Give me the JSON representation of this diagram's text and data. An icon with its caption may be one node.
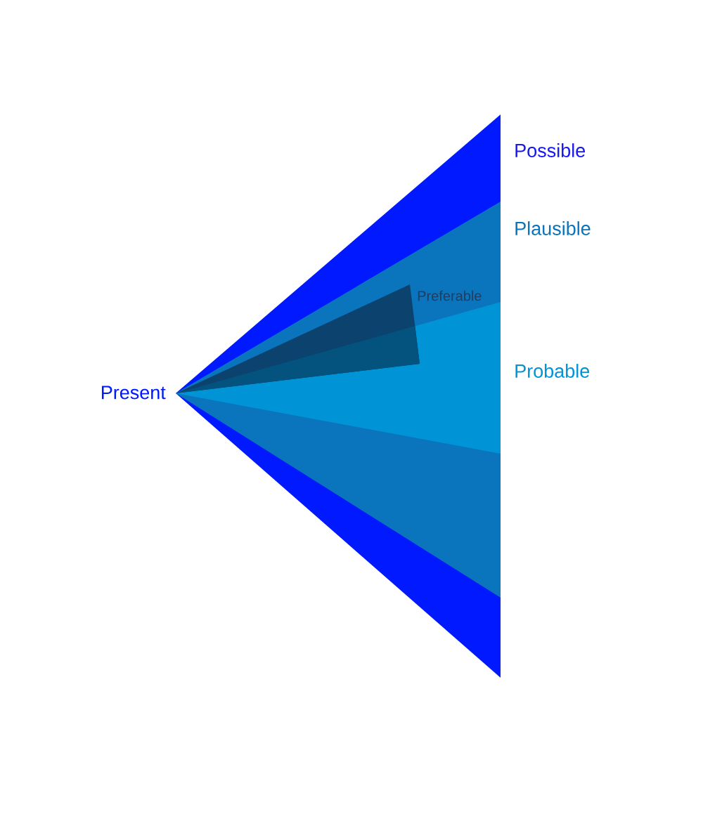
{
  "diagram": {
    "nodes": [
      {
        "text": [
          "Possible"
        ]
      },
      {
        "text": [
          "Plausible"
        ],
        "in": 0
      },
      {
        "text": [
          "Preferable"
        ],
        "in": 1
      },
      {
        "text": [
          "Probable"
        ],
        "in": 1
      }
    ],
    "labels": [
      "Present"
    ]
  }
}
